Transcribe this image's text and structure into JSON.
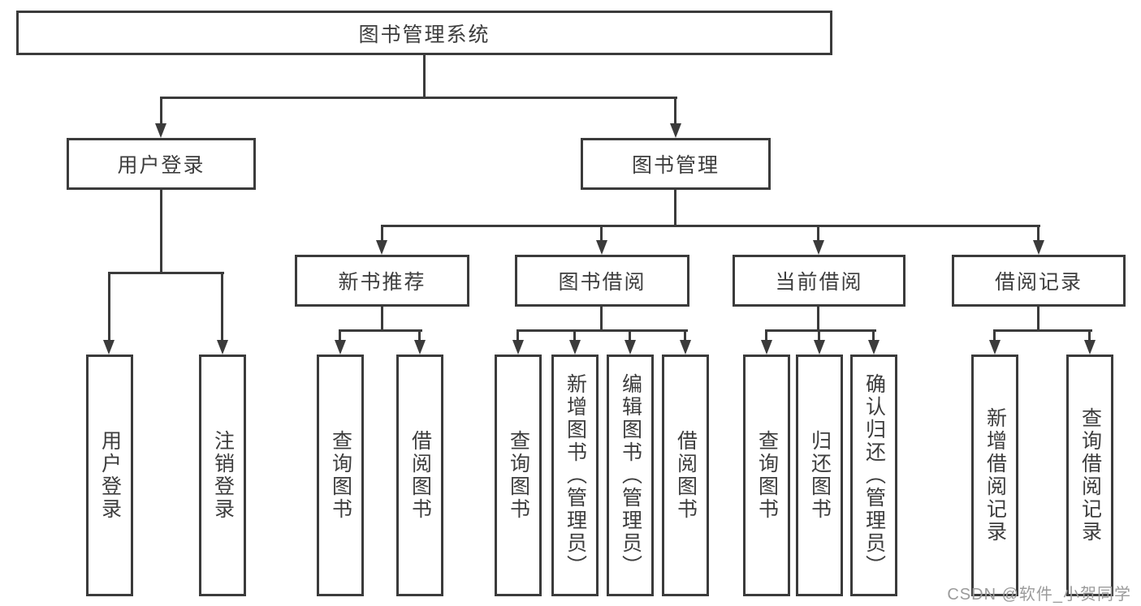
{
  "diagram": {
    "root": {
      "label": "图书管理系统"
    },
    "branches": [
      {
        "label": "用户登录",
        "leaves": [
          {
            "label": "用户登录"
          },
          {
            "label": "注销登录"
          }
        ]
      },
      {
        "label": "图书管理",
        "sections": [
          {
            "label": "新书推荐",
            "leaves": [
              {
                "label": "查询图书"
              },
              {
                "label": "借阅图书"
              }
            ]
          },
          {
            "label": "图书借阅",
            "leaves": [
              {
                "label": "查询图书"
              },
              {
                "label": "新增图书（管理员）"
              },
              {
                "label": "编辑图书（管理员）"
              },
              {
                "label": "借阅图书"
              }
            ]
          },
          {
            "label": "当前借阅",
            "leaves": [
              {
                "label": "查询图书"
              },
              {
                "label": "归还图书"
              },
              {
                "label": "确认归还（管理员）"
              }
            ]
          },
          {
            "label": "借阅记录",
            "leaves": [
              {
                "label": "新增借阅记录"
              },
              {
                "label": "查询借阅记录"
              }
            ]
          }
        ]
      }
    ]
  },
  "watermark": {
    "text": "CSDN @软件_小贺同学"
  },
  "colors": {
    "line": "#3b3b3b",
    "border": "#3b3b3b",
    "text": "#3d3d3d",
    "box_background": "#ffffff",
    "page_background": "#ffffff",
    "watermark": "#9b9b9b"
  }
}
